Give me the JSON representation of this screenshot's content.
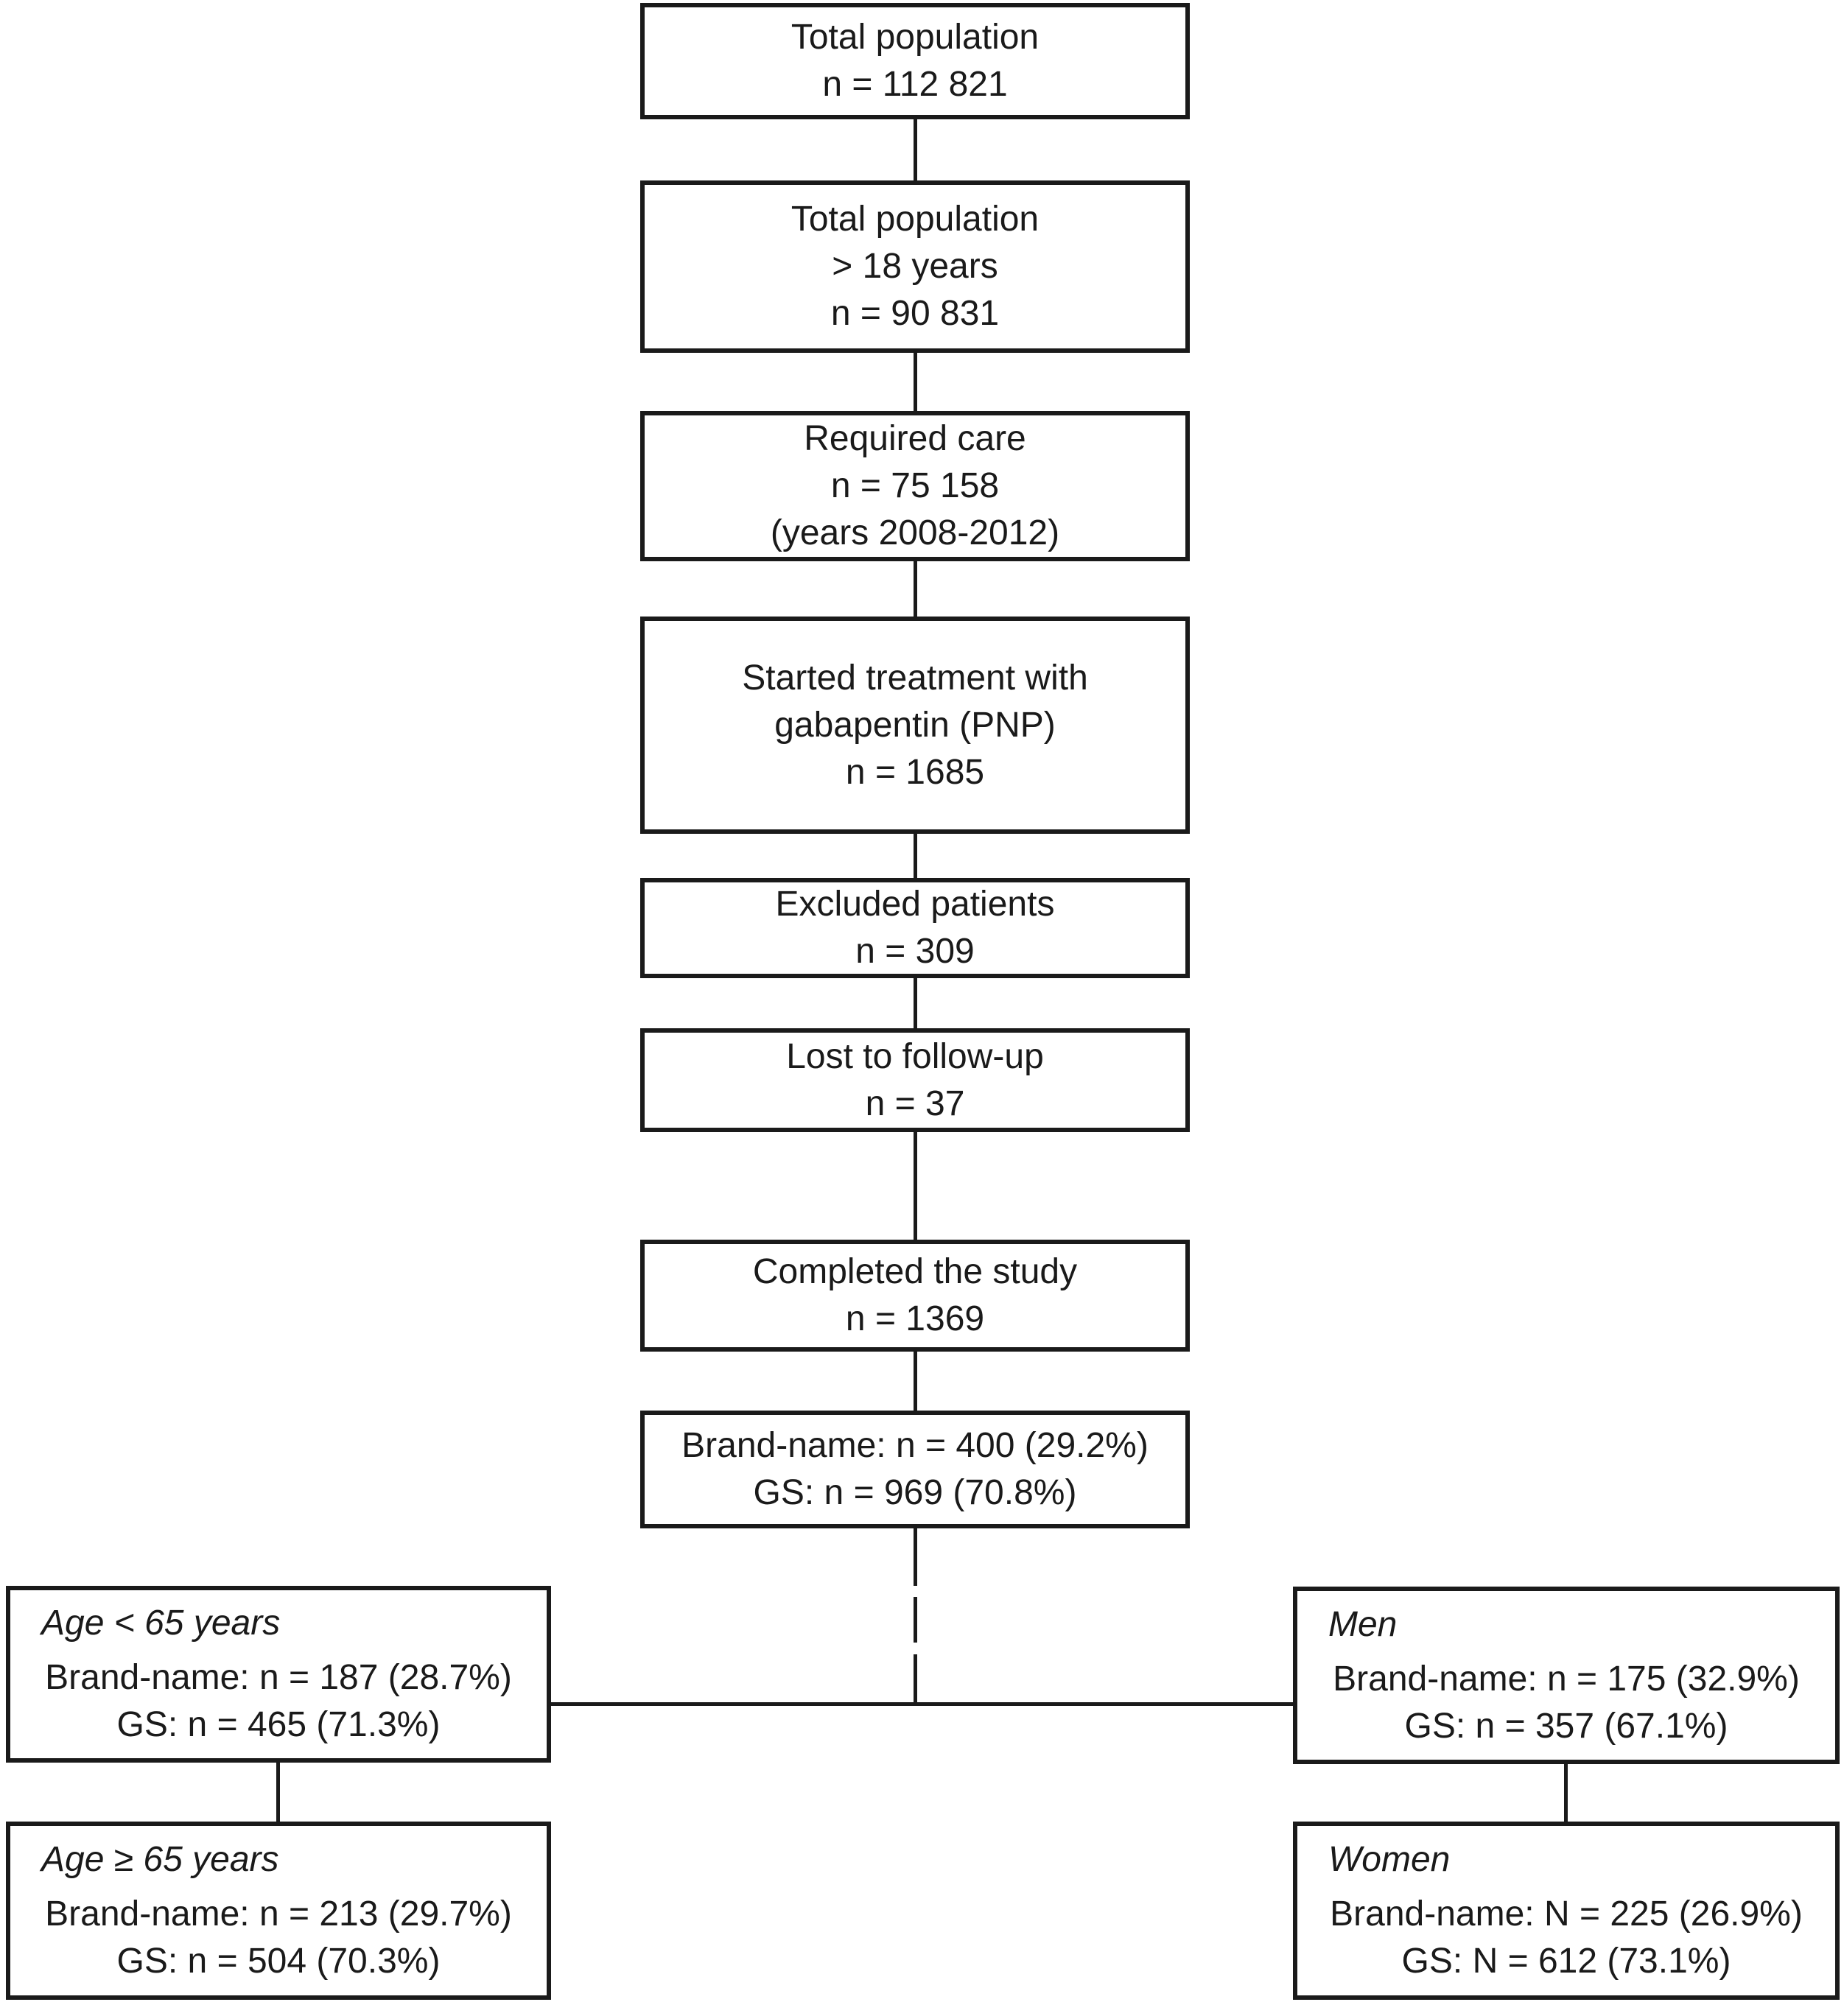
{
  "figure": {
    "background_color": "#ffffff",
    "line_color": "#1a1a1a",
    "nodes": {
      "total_population": {
        "lines": [
          "Total population",
          "n = 112 821"
        ]
      },
      "adult_population": {
        "lines": [
          "Total population",
          "> 18 years",
          "n = 90 831"
        ]
      },
      "required_care": {
        "lines": [
          "Required care",
          "n = 75 158",
          "(years 2008-2012)"
        ]
      },
      "started_treatment": {
        "lines": [
          "Started treatment with",
          "gabapentin (PNP)",
          "n = 1685"
        ]
      },
      "excluded_patients": {
        "lines": [
          "Excluded patients",
          "n = 309"
        ]
      },
      "lost_to_followup": {
        "lines": [
          "Lost to follow-up",
          "n = 37"
        ]
      },
      "completed_study": {
        "lines": [
          "Completed the study",
          "n = 1369"
        ]
      },
      "brand_vs_gs": {
        "lines": [
          "Brand-name: n = 400 (29.2%)",
          "GS: n = 969 (70.8%)"
        ]
      },
      "age_under_65": {
        "title": "Age < 65 years",
        "lines": [
          "Brand-name: n = 187 (28.7%)",
          "GS: n = 465 (71.3%)"
        ]
      },
      "age_65_and_over": {
        "title": "Age ≥ 65 years",
        "lines": [
          "Brand-name: n = 213 (29.7%)",
          "GS: n = 504 (70.3%)"
        ]
      },
      "men": {
        "title": "Men",
        "lines": [
          "Brand-name: n = 175 (32.9%)",
          "GS: n = 357 (67.1%)"
        ]
      },
      "women": {
        "title": "Women",
        "lines": [
          "Brand-name: N = 225 (26.9%)",
          "GS: N = 612 (73.1%)"
        ]
      }
    }
  }
}
